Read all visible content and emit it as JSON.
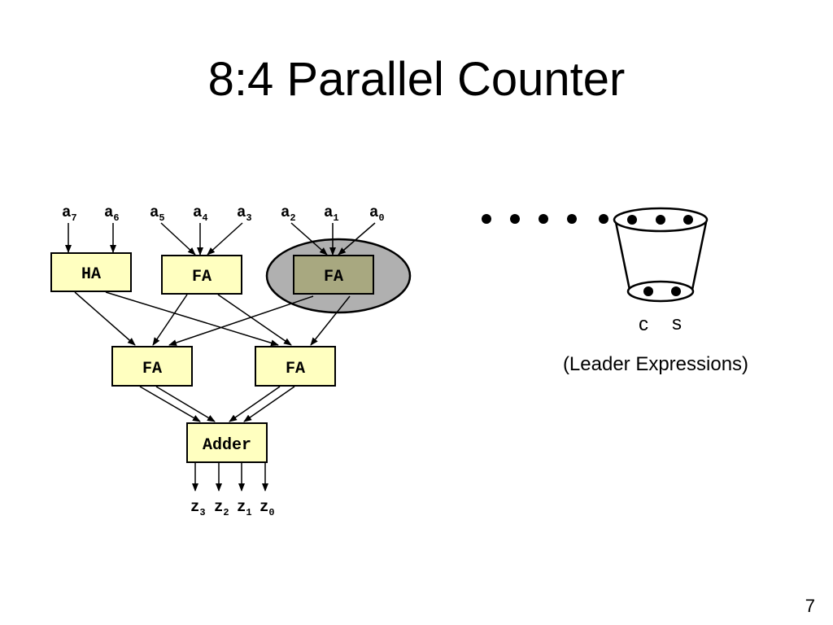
{
  "slide": {
    "title": "8:4 Parallel Counter",
    "page_number": "7"
  },
  "circuit": {
    "inputs": [
      {
        "base": "a",
        "sub": "7"
      },
      {
        "base": "a",
        "sub": "6"
      },
      {
        "base": "a",
        "sub": "5"
      },
      {
        "base": "a",
        "sub": "4"
      },
      {
        "base": "a",
        "sub": "3"
      },
      {
        "base": "a",
        "sub": "2"
      },
      {
        "base": "a",
        "sub": "1"
      },
      {
        "base": "a",
        "sub": "0"
      }
    ],
    "blocks": {
      "ha": "HA",
      "fa_left": "FA",
      "fa_right": "FA",
      "fa_mid_left": "FA",
      "fa_mid_right": "FA",
      "adder": "Adder"
    },
    "outputs": [
      {
        "base": "z",
        "sub": "3"
      },
      {
        "base": "z",
        "sub": "2"
      },
      {
        "base": "z",
        "sub": "1"
      },
      {
        "base": "z",
        "sub": "0"
      }
    ],
    "colors": {
      "block_fill": "#ffffc0",
      "highlight_block_fill": "#a8a880",
      "highlight_ellipse_fill": "#b0b0b0"
    }
  },
  "bucket": {
    "carry_label": "c",
    "sum_label": "s",
    "caption": "(Leader Expressions)"
  }
}
